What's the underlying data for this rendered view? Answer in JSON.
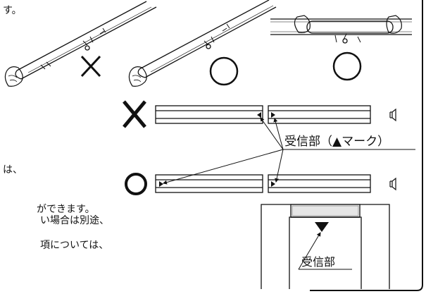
{
  "left_text": {
    "line1": "す。",
    "line2": "は、",
    "line3": "ができます。",
    "line4": "い場合は別途、",
    "line5": "項については、"
  },
  "diagram": {
    "receiver_mark_label": "受信部（▲マーク）",
    "receiver_label": "受信部",
    "wrong_symbol": "✕",
    "correct_symbol": "○"
  }
}
